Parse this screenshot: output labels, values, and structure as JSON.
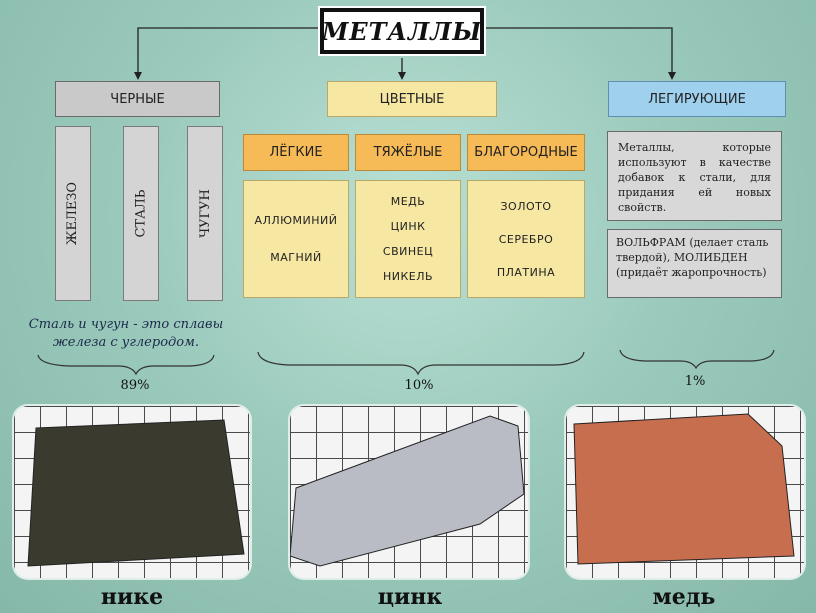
{
  "title": "МЕТАЛЛЫ",
  "categories": {
    "ferrous": "ЧЕРНЫЕ",
    "nonferrous": "ЦВЕТНЫЕ",
    "alloying": "ЛЕГИРУЮЩИЕ"
  },
  "ferrous_items": [
    "ЖЕЛЕЗО",
    "СТАЛЬ",
    "ЧУГУН"
  ],
  "ferrous_note": "Сталь и чугун - это сплавы железа с углеродом.",
  "nonferrous_groups": [
    {
      "label": "ЛЁГКИЕ",
      "items": [
        "АЛЛЮМИНИЙ",
        "МАГНИЙ"
      ]
    },
    {
      "label": "ТЯЖЁЛЫЕ",
      "items": [
        "МЕДЬ",
        "ЦИНК",
        "СВИНЕЦ",
        "НИКЕЛЬ"
      ]
    },
    {
      "label": "БЛАГОРОДНЫЕ",
      "items": [
        "ЗОЛОТО",
        "СЕРЕБРО",
        "ПЛАТИНА"
      ]
    }
  ],
  "alloying_description": "Металлы, которые используют в качестве добавок к стали, для придания ей новых свойств.",
  "alloying_examples": "ВОЛЬФРАМ (делает сталь твердой), МОЛИБДЕН (придаёт жаропрочность)",
  "percentages": {
    "ferrous": "89%",
    "nonferrous": "10%",
    "alloying": "1%"
  },
  "photos": [
    {
      "caption": "нике",
      "fill": "#3a3b2e"
    },
    {
      "caption": "цинк",
      "fill": "#b9bcc4"
    },
    {
      "caption": "медь",
      "fill": "#c76e4e"
    }
  ]
}
